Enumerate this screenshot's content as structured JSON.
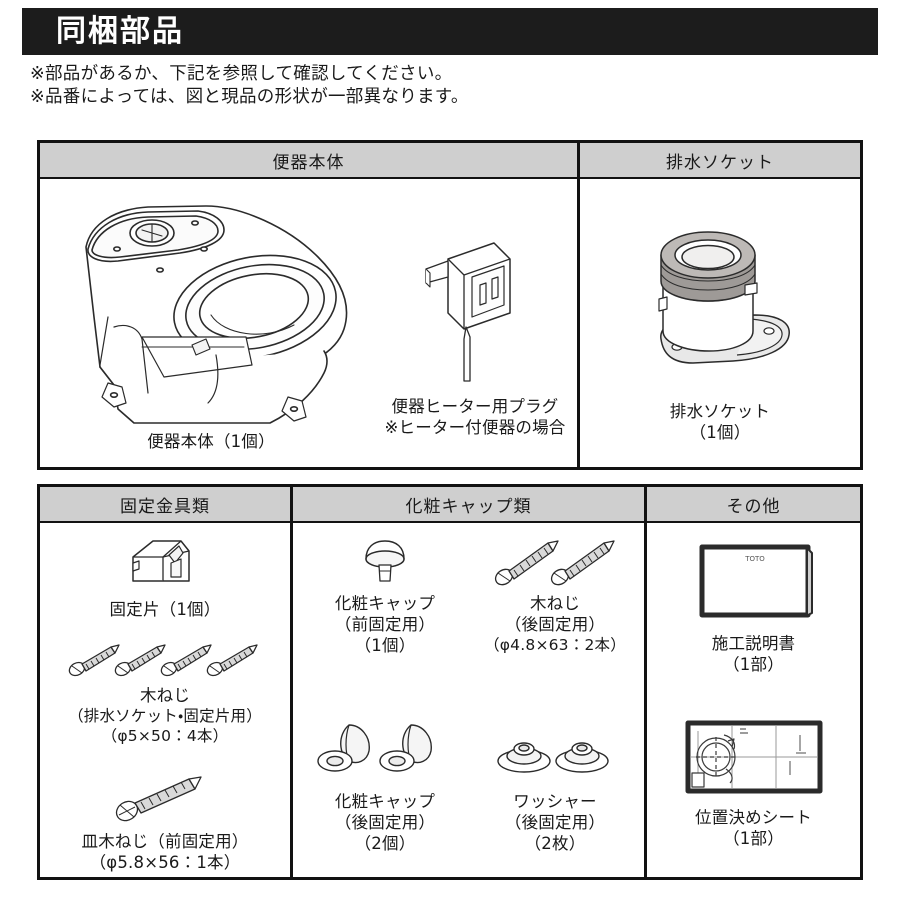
{
  "banner": {
    "title": "同梱部品"
  },
  "notes": [
    "※部品があるか、下記を参照して確認してください。",
    "※品番によっては、図と現品の形状が一部異なります。"
  ],
  "colors": {
    "banner_bg": "#1c1c1c",
    "banner_text": "#ffffff",
    "header_fill": "#cfcfcf",
    "border": "#121212",
    "text": "#1a1a1a"
  },
  "tables": {
    "upper": {
      "headers": [
        {
          "label": "便器本体"
        },
        {
          "label": "排水ソケット"
        }
      ],
      "cells": {
        "toilet_body": {
          "icon": "toilet-bowl-illustration",
          "caption": "便器本体（1個）"
        },
        "heater_plug": {
          "icon": "power-plug-illustration",
          "caption_line1": "便器ヒーター用プラグ",
          "caption_line2": "※ヒーター付便器の場合"
        },
        "drain_socket": {
          "icon": "drain-socket-illustration",
          "caption_line1": "排水ソケット",
          "caption_line2": "（1個）"
        }
      }
    },
    "lower": {
      "headers": [
        {
          "label": "固定金具類"
        },
        {
          "label": "化粧キャップ類"
        },
        {
          "label": "その他"
        }
      ],
      "cells": {
        "fixing_plate": {
          "icon": "fixing-bracket-illustration",
          "caption": "固定片（1個）"
        },
        "wood_screws_socket": {
          "icon": "four-wood-screws-illustration",
          "caption_line1": "木ねじ",
          "caption_line2": "（排水ソケット・固定片用）",
          "caption_line3": "（φ5×50：4本）"
        },
        "flat_head_screw": {
          "icon": "countersunk-wood-screw-illustration",
          "caption_line1": "皿木ねじ（前固定用）",
          "caption_line2": "（φ5.8×56：1本）"
        },
        "cap_front": {
          "icon": "decorative-cap-front-illustration",
          "caption_line1": "化粧キャップ",
          "caption_line2": "（前固定用）",
          "caption_line3": "（1個）"
        },
        "wood_screws_rear": {
          "icon": "two-wood-screws-illustration",
          "caption_line1": "木ねじ",
          "caption_line2": "（後固定用）",
          "caption_line3": "（φ4.8×63：2本）"
        },
        "cap_rear": {
          "icon": "decorative-cap-rear-illustration",
          "caption_line1": "化粧キャップ",
          "caption_line2": "（後固定用）",
          "caption_line3": "（2個）"
        },
        "washer_rear": {
          "icon": "washer-illustration",
          "caption_line1": "ワッシャー",
          "caption_line2": "（後固定用）",
          "caption_line3": "（2枚）"
        },
        "install_manual": {
          "icon": "installation-manual-illustration",
          "logo_text": "TOTO",
          "caption_line1": "施工説明書",
          "caption_line2": "（1部）"
        },
        "positioning_sheet": {
          "icon": "positioning-sheet-illustration",
          "caption_line1": "位置決めシート",
          "caption_line2": "（1部）"
        }
      }
    }
  }
}
